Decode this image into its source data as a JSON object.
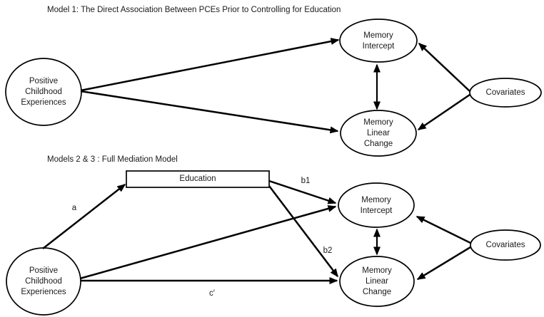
{
  "background": "#ffffff",
  "stroke_color": "#000000",
  "text_color": "#1a1a1a",
  "model1": {
    "title": "Model 1: The Direct Association Between PCEs Prior to Controlling for Education",
    "nodes": {
      "pce": {
        "lines": [
          "Positive",
          "Childhood",
          "Experiences"
        ]
      },
      "memory_intercept": {
        "lines": [
          "Memory",
          "Intercept"
        ]
      },
      "memory_linear_change": {
        "lines": [
          "Memory",
          "Linear",
          "Change"
        ]
      },
      "covariates": {
        "label": "Covariates"
      }
    }
  },
  "model2": {
    "title": "Models 2 & 3 : Full Mediation Model",
    "nodes": {
      "pce": {
        "lines": [
          "Positive",
          "Childhood",
          "Experiences"
        ]
      },
      "education": {
        "label": "Education"
      },
      "memory_intercept": {
        "lines": [
          "Memory",
          "Intercept"
        ]
      },
      "memory_linear_change": {
        "lines": [
          "Memory",
          "Linear",
          "Change"
        ]
      },
      "covariates": {
        "label": "Covariates"
      }
    },
    "path_labels": {
      "a": "a",
      "b1": "b1",
      "b2": "b2",
      "c_prime": "c′"
    }
  }
}
